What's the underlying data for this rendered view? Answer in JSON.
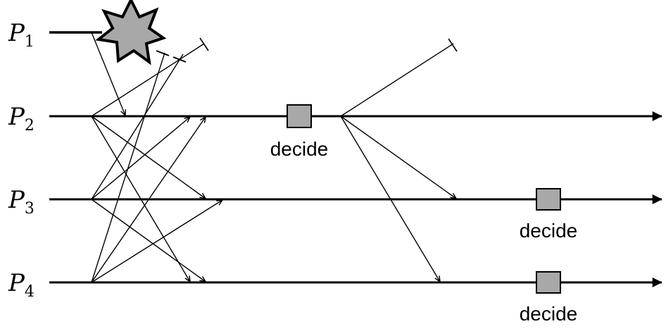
{
  "processes": [
    {
      "id": "p1",
      "letter": "P",
      "sub": "1"
    },
    {
      "id": "p2",
      "letter": "P",
      "sub": "2"
    },
    {
      "id": "p3",
      "letter": "P",
      "sub": "3"
    },
    {
      "id": "p4",
      "letter": "P",
      "sub": "4"
    }
  ],
  "decisions": [
    {
      "process": "p2",
      "label": "decide"
    },
    {
      "process": "p3",
      "label": "decide"
    },
    {
      "process": "p4",
      "label": "decide"
    }
  ],
  "colors": {
    "line": "#000000",
    "decide_box": "#a8a8a8",
    "crash_fill": "#a8a8a8"
  },
  "icons": {
    "crash": "crash-star-icon"
  }
}
